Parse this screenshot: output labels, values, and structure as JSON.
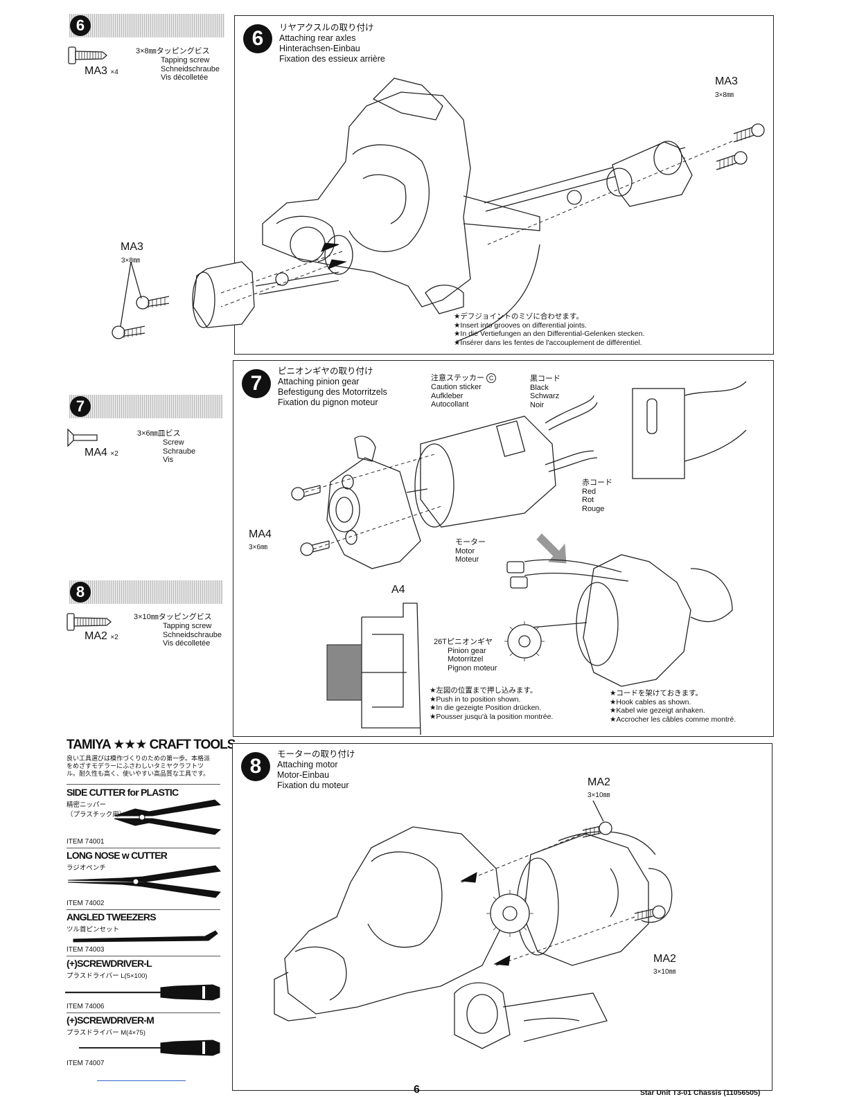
{
  "sidebar": {
    "steps": [
      {
        "num": "6",
        "code": "MA3",
        "qty": "×4",
        "dim": "3×8㎜タッピングビス",
        "names": [
          "Tapping screw",
          "Schneidschraube",
          "Vis décolletée"
        ]
      },
      {
        "num": "7",
        "code": "MA4",
        "qty": "×2",
        "dim": "3×6㎜皿ビス",
        "names": [
          "Screw",
          "Schraube",
          "Vis"
        ]
      },
      {
        "num": "8",
        "code": "MA2",
        "qty": "×2",
        "dim": "3×10㎜タッピングビス",
        "names": [
          "Tapping screw",
          "Schneidschraube",
          "Vis décolletée"
        ]
      }
    ]
  },
  "tools": {
    "brand": "TAMIYA ★★★ CRAFT TOOLS",
    "intro": [
      "良い工具選びは模作づくりのための第一歩。本格派",
      "をめざすモデラーにふさわしいタミヤクラフトツ",
      "ル。耐久性も高く、使いやすい高品質な工具です。"
    ],
    "items": [
      {
        "name": "SIDE CUTTER for PLASTIC",
        "jp": [
          "精密ニッパー",
          "（プラスチック用）"
        ],
        "item": "ITEM 74001"
      },
      {
        "name": "LONG NOSE w CUTTER",
        "jp": [
          "ラジオペンチ"
        ],
        "item": "ITEM 74002"
      },
      {
        "name": "ANGLED TWEEZERS",
        "jp": [
          "ツル首ピンセット"
        ],
        "item": "ITEM 74003"
      },
      {
        "name": "(+)SCREWDRIVER-L",
        "jp": [
          "プラスドライバー L(5×100)"
        ],
        "item": "ITEM 74006"
      },
      {
        "name": "(+)SCREWDRIVER-M",
        "jp": [
          "プラスドライバー M(4×75)"
        ],
        "item": "ITEM 74007"
      }
    ]
  },
  "panels": {
    "p6": {
      "num": "6",
      "title": [
        "リヤアクスルの取り付け",
        "Attaching rear axles",
        "Hinterachsen-Einbau",
        "Fixation des essieux arrière"
      ],
      "screw_right": {
        "code": "MA3",
        "dim": "3×8㎜"
      },
      "screw_left": {
        "code": "MA3",
        "dim": "3×8㎜"
      },
      "note": [
        "★デフジョイントのミゾに合わせます。",
        "★Insert into grooves on differential joints.",
        "★In die Vertiefungen an den Differential-Gelenken stecken.",
        "★Insérer dans les fentes de l'accouplement de différentiel."
      ]
    },
    "p7": {
      "num": "7",
      "title": [
        "ピニオンギヤの取り付け",
        "Attaching pinion gear",
        "Befestigung des Motorritzels",
        "Fixation du pignon moteur"
      ],
      "sticker": {
        "title": "注意ステッカー",
        "tag": "C",
        "names": [
          "Caution sticker",
          "Aufkleber",
          "Autocollant"
        ]
      },
      "black": [
        "黒コード",
        "Black",
        "Schwarz",
        "Noir"
      ],
      "red": [
        "赤コード",
        "Red",
        "Rot",
        "Rouge"
      ],
      "motor": [
        "モーター",
        "Motor",
        "Moteur"
      ],
      "screw": {
        "code": "MA4",
        "dim": "3×6㎜"
      },
      "part": "A4",
      "pinion": [
        "26Tピニオンギヤ",
        "Pinion gear",
        "Motorritzel",
        "Pignon moteur"
      ],
      "note_left": [
        "★左図の位置まで押し込みます。",
        "★Push in to position shown.",
        "★In die gezeigte Position drücken.",
        "★Pousser jusqu'à la position montrée."
      ],
      "note_right": [
        "★コードを架けておきます。",
        "★Hook cables as shown.",
        "★Kabel wie gezeigt anhaken.",
        "★Accrocher les câbles comme montré."
      ]
    },
    "p8": {
      "num": "8",
      "title": [
        "モーターの取り付け",
        "Attaching motor",
        "Motor-Einbau",
        "Fixation du moteur"
      ],
      "screw_top": {
        "code": "MA2",
        "dim": "3×10㎜"
      },
      "screw_bottom": {
        "code": "MA2",
        "dim": "3×10㎜"
      }
    }
  },
  "footer": {
    "page": "6",
    "product": "Star Unit T3-01 Chassis (11056505)"
  }
}
